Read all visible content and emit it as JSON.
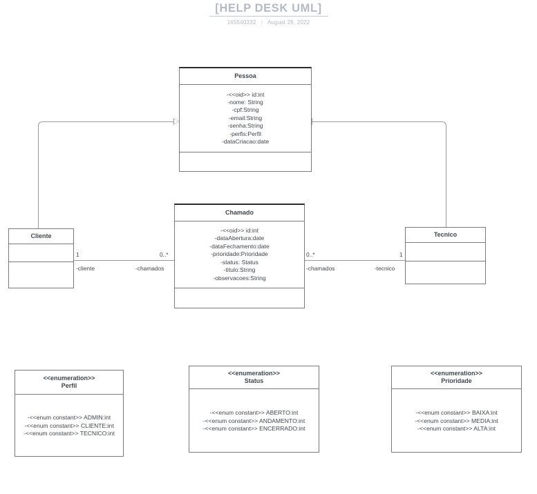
{
  "document": {
    "title": "[HELP DESK UML]",
    "id_number": "165540332",
    "separator": "|",
    "date": "August 26, 2022"
  },
  "diagram": {
    "type": "uml-class-diagram",
    "classes": [
      {
        "key": "pessoa",
        "name": "Pessoa",
        "attributes": [
          "-<<oid>> id:int",
          "-nome: String",
          "-cpf:String",
          "-email:String",
          "-senha:String",
          "-perfis:Perfil",
          "-dataCriacao:date"
        ],
        "methods": []
      },
      {
        "key": "chamado",
        "name": "Chamado",
        "attributes": [
          "-<<oid>> id:int",
          "-dataAbertura:date",
          "-dataFechamento:date",
          "-prioridade:Prioridade",
          "-status: Status",
          "-titulo:String",
          "-observacoes:String"
        ],
        "methods": []
      },
      {
        "key": "cliente",
        "name": "Cliente",
        "attributes": [],
        "methods": []
      },
      {
        "key": "tecnico",
        "name": "Tecnico",
        "attributes": [],
        "methods": []
      }
    ],
    "enumerations": [
      {
        "key": "perfil",
        "stereotype": "<<enumeration>>",
        "name": "Perfil",
        "constants": [
          "-<<enum constant>> ADMIN:int",
          "-<<enum constant>> CLIENTE:int",
          "-<<enum constant>> TECNICO:int"
        ]
      },
      {
        "key": "status",
        "stereotype": "<<enumeration>>",
        "name": "Status",
        "constants": [
          "-<<enum constant>> ABERTO:int",
          "-<<enum constant>> ANDAMENTO:int",
          "-<<enum constant>> ENCERRADO:int"
        ]
      },
      {
        "key": "prioridade",
        "stereotype": "<<enumeration>>",
        "name": "Prioridade",
        "constants": [
          "-<<enum constant>> BAIXA:int",
          "-<<enum constant>> MEDIA:int",
          "-<<enum constant>> ALTA:int"
        ]
      }
    ],
    "relationships": [
      {
        "key": "cliente-pessoa",
        "kind": "generalization",
        "from": "Cliente",
        "to": "Pessoa"
      },
      {
        "key": "tecnico-pessoa",
        "kind": "generalization",
        "from": "Tecnico",
        "to": "Pessoa"
      },
      {
        "key": "cliente-chamado",
        "kind": "association",
        "from": "Cliente",
        "to": "Chamado",
        "source_multiplicity": "1",
        "source_role": "-cliente",
        "target_multiplicity": "0..*",
        "target_role": "-chamados"
      },
      {
        "key": "chamado-tecnico",
        "kind": "association",
        "from": "Chamado",
        "to": "Tecnico",
        "source_multiplicity": "0..*",
        "source_role": "-chamados",
        "target_multiplicity": "1",
        "target_role": "-tecnico"
      }
    ]
  },
  "colors": {
    "title_text": "#b3bac6",
    "box_border": "#7a7a7a",
    "connector": "#9a9a9a",
    "text": "#3f464d",
    "background": "#ffffff"
  }
}
